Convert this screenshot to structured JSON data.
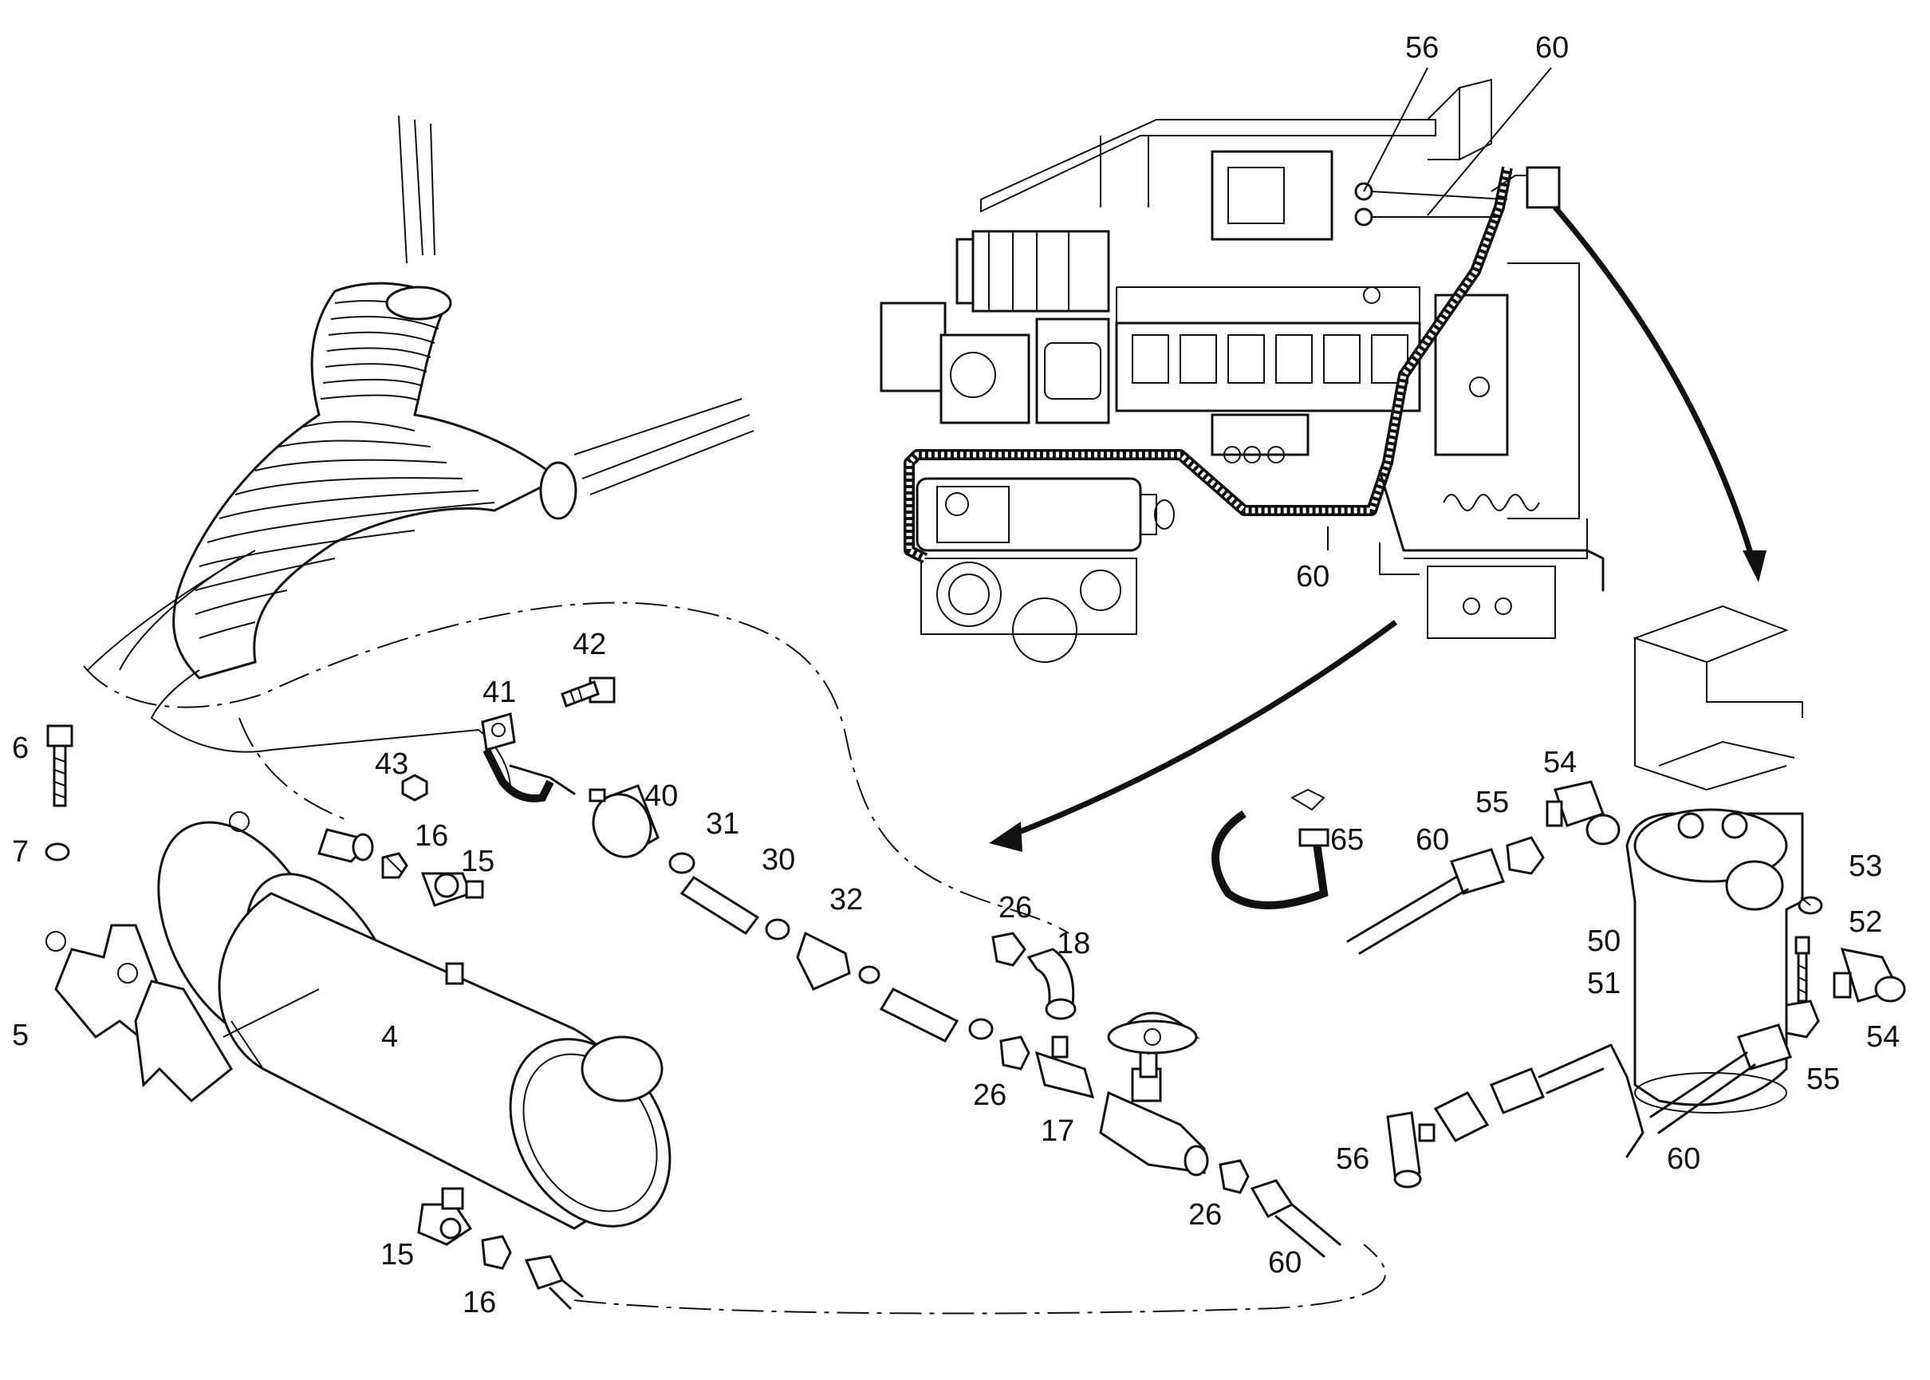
{
  "labels": {
    "l56_top": "56",
    "l60_top": "60",
    "l60_engine": "60",
    "l42": "42",
    "l41": "41",
    "l6": "6",
    "l7": "7",
    "l5": "5",
    "l43": "43",
    "l16_upper": "16",
    "l15_upper": "15",
    "l40": "40",
    "l31": "31",
    "l30": "30",
    "l32": "32",
    "l4": "4",
    "l26_top": "26",
    "l18": "18",
    "l26_mid": "26",
    "l17": "17",
    "l26_low": "26",
    "l60_low": "60",
    "l15_low": "15",
    "l16_low": "16",
    "l65": "65",
    "l54_top": "54",
    "l55_top": "55",
    "l60_right_hose": "60",
    "l53": "53",
    "l52": "52",
    "l50": "50",
    "l51": "51",
    "l54_low": "54",
    "l55_low": "55",
    "l56_low": "56",
    "l60_low_right": "60"
  }
}
